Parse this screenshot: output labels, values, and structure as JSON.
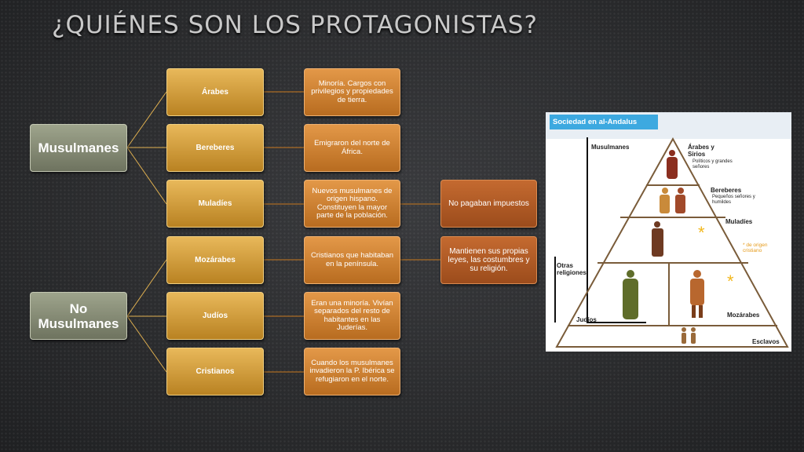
{
  "title": "¿Quiénes son los protagonistas?",
  "roots": [
    {
      "label": "Musulmanes"
    },
    {
      "label": "No Musulmanes"
    }
  ],
  "groups": [
    {
      "name": "Árabes",
      "description": "Minoría. Cargos con privilegios y propiedades de tierra."
    },
    {
      "name": "Bereberes",
      "description": "Emigraron del norte de África."
    },
    {
      "name": "Muladíes",
      "description": "Nuevos musulmanes de origen hispano. Constituyen la mayor parte de la población.",
      "note": "No pagaban impuestos"
    },
    {
      "name": "Mozárabes",
      "description": "Cristianos que habitaban en la península.",
      "note": "Mantienen sus propias leyes, las costumbres y su religión."
    },
    {
      "name": "Judíos",
      "description": "Eran una minoría. Vivían separados del resto de habitantes en las Juderías."
    },
    {
      "name": "Cristianos",
      "description": "Cuando los musulmanes invadieron la P. Ibérica se refugiaron en el norte."
    }
  ],
  "pyramid": {
    "title": "Sociedad en al-Andalus",
    "left_bracket_label": "Musulmanes",
    "other_bracket_label": "Otras religiones",
    "levels": {
      "arabes": "Árabes y Sirios",
      "arabes_sub": "Políticos y grandes señores",
      "bereberes": "Bereberes",
      "bereberes_sub": "Pequeños señores y humildes",
      "muladies": "Muladíes",
      "judios": "Judíos",
      "mozarabes": "Mozárabes",
      "esclavos": "Esclavos"
    },
    "star_note": "* de origen cristiano",
    "colors": {
      "outline": "#7a5c3a",
      "header": "#3da9e0",
      "star": "#f2b71c"
    }
  },
  "colors": {
    "root": "#8a8f78",
    "level1": "#d9a13e",
    "level2": "#d68436",
    "level3": "#b35c26",
    "connector": "#e0b050"
  }
}
